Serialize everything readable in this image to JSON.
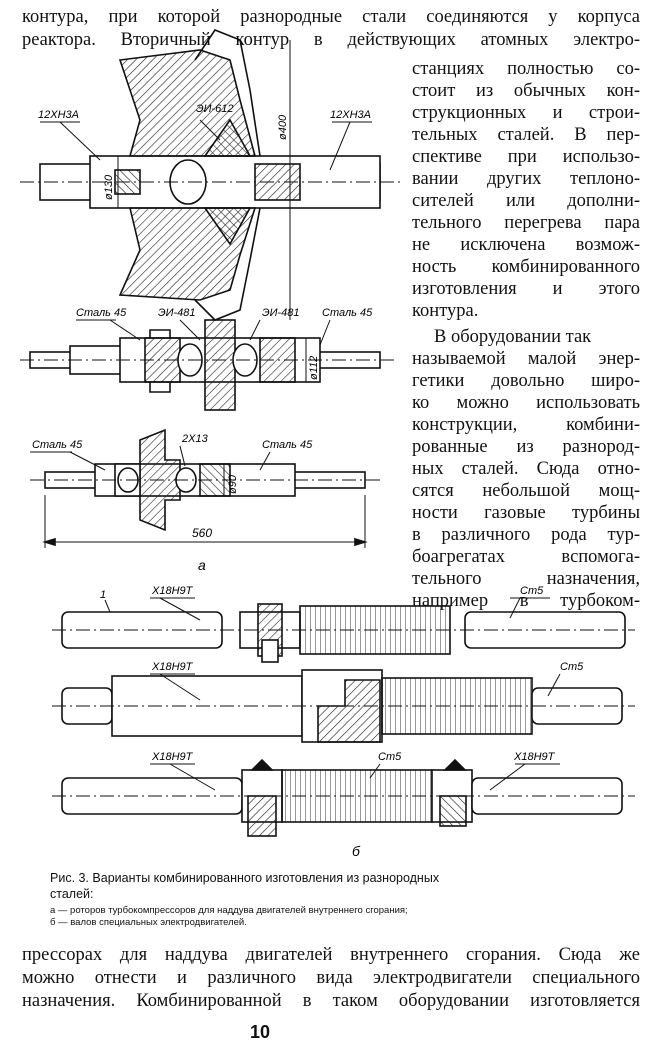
{
  "top_lines": [
    "контура, при которой разнородные стали соединяются у корпуса",
    "реактора. Вторичный контур в действующих атомных электро-"
  ],
  "right_column": [
    "станциях полностью со-",
    "стоит из обычных кон-",
    "струкционных и строи-",
    "тельных сталей. В пер-",
    "спективе при использо-",
    "вании других теплоно-",
    "сителей или дополни-",
    "тельного перегрева пара",
    "не исключена возмож-",
    "ность комбинированного",
    "изготовления и этого",
    "контура.",
    "В оборудовании так",
    "называемой малой энер-",
    "гетики довольно широ-",
    "ко можно использовать",
    "конструкции, комбини-",
    "рованные из разнород-",
    "ных сталей. Сюда отно-",
    "сятся небольшой мощ-",
    "ности газовые турбины",
    "в различного рода тур-",
    "боагрегатах вспомога-",
    "тельного назначения,",
    "например в турбоком-"
  ],
  "figure_a": {
    "rotor1": {
      "mat_left": "12ХН3А",
      "mat_center": "ЭИ-612",
      "mat_right": "12ХН3А",
      "dim_shaft": "ø130",
      "dim_disc": "ø400"
    },
    "rotor2": {
      "mat_left": "Сталь 45",
      "mat_center_left": "ЭИ-481",
      "mat_center_right": "ЭИ-481",
      "mat_right": "Сталь 45",
      "dim": "ø112"
    },
    "rotor3": {
      "mat_left": "Сталь 45",
      "mat_center": "2Х13",
      "mat_right": "Сталь 45",
      "dim": "ø90",
      "length": "560"
    },
    "label": "а"
  },
  "figure_b": {
    "shaft1": {
      "mark": "1",
      "mat_left": "Х18Н9Т",
      "mat_right": "Ст5"
    },
    "shaft2": {
      "mat_left": "Х18Н9Т",
      "mat_right": "Ст5"
    },
    "shaft3": {
      "mat_left": "Х18Н9Т",
      "mat_center": "Ст5",
      "mat_right": "Х18Н9Т"
    },
    "label": "б"
  },
  "caption": {
    "title_line1": "Рис. 3. Варианты комбинированного изготовления из разнородных",
    "title_line2": "сталей:",
    "item_a": "а — роторов турбокомпрессоров для наддува двигателей внутреннего сгорания;",
    "item_b": "б — валов специальных электродвигателей."
  },
  "bottom_lines": [
    "прессорах для наддува двигателей внутреннего сгорания. Сюда же",
    "можно отнести и различного вида электродвигатели специального",
    "назначения. Комбинированной в таком оборудовании изготовляется"
  ],
  "page_number": "10"
}
